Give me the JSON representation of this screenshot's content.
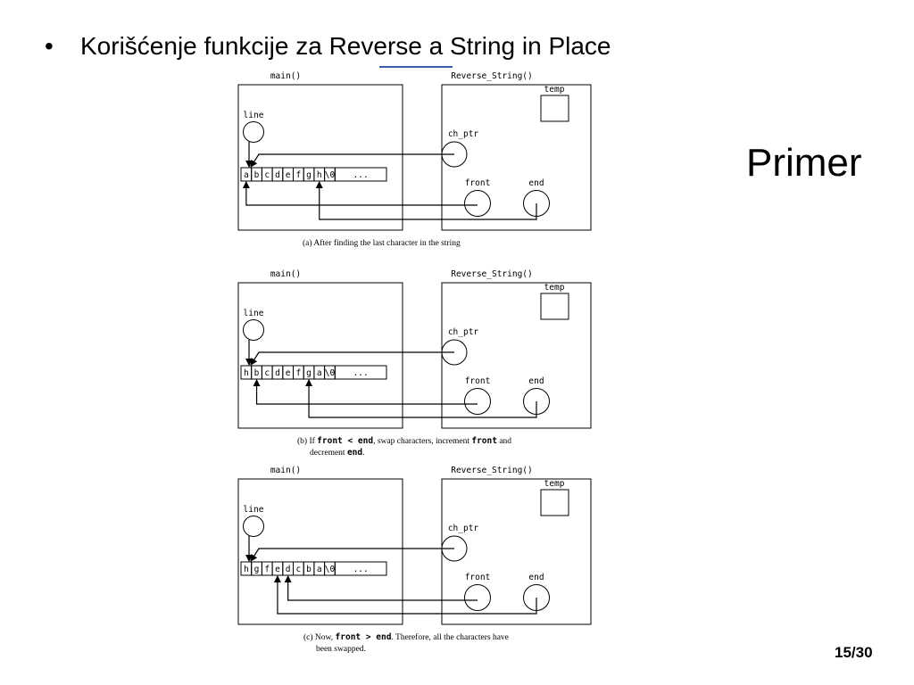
{
  "slide": {
    "bullet_symbol": "•",
    "heading": "Korišćenje funkcije za Reverse a String in Place",
    "side_title": "Primer",
    "page_number": "15/30"
  },
  "labels": {
    "main": "main()",
    "func": "Reverse_String()",
    "temp": "temp",
    "line": "line",
    "ch_ptr": "ch_ptr",
    "front": "front",
    "end": "end",
    "ellipsis": "..."
  },
  "panels": [
    {
      "cells": [
        "a",
        "b",
        "c",
        "d",
        "e",
        "f",
        "g",
        "h",
        "\\0"
      ],
      "front_index": 0,
      "end_index": 7,
      "caption_1": [
        {
          "t": "(a) After finding the last character in the string",
          "mono": false
        }
      ],
      "caption_2": []
    },
    {
      "cells": [
        "h",
        "b",
        "c",
        "d",
        "e",
        "f",
        "g",
        "a",
        "\\0"
      ],
      "front_index": 1,
      "end_index": 6,
      "caption_1": [
        {
          "t": "(b) If ",
          "mono": false
        },
        {
          "t": "front < end",
          "mono": true
        },
        {
          "t": ", swap characters, increment ",
          "mono": false
        },
        {
          "t": "front",
          "mono": true
        },
        {
          "t": " and",
          "mono": false
        }
      ],
      "caption_2": [
        {
          "t": "decrement ",
          "mono": false
        },
        {
          "t": "end",
          "mono": true
        },
        {
          "t": ".",
          "mono": false
        }
      ]
    },
    {
      "cells": [
        "h",
        "g",
        "f",
        "e",
        "d",
        "c",
        "b",
        "a",
        "\\0"
      ],
      "front_index": 4,
      "end_index": 3,
      "caption_1": [
        {
          "t": "(c) Now, ",
          "mono": false
        },
        {
          "t": "front > end",
          "mono": true
        },
        {
          "t": ". Therefore, all the characters have",
          "mono": false
        }
      ],
      "caption_2": [
        {
          "t": "been swapped.",
          "mono": false
        }
      ]
    }
  ]
}
